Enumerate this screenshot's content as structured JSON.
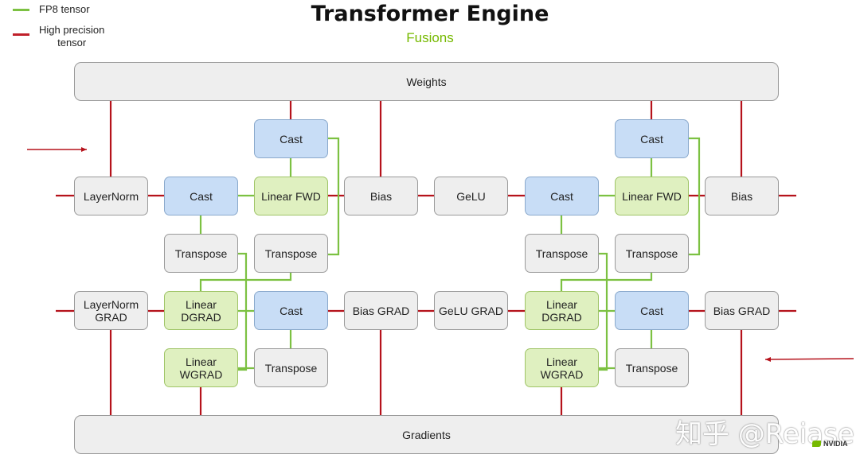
{
  "title": "Transformer Engine",
  "subtitle": "Fusions",
  "legend": [
    {
      "label": "FP8 tensor",
      "color": "#7cc142"
    },
    {
      "label": "High precision\ntensor",
      "color": "#c0202a"
    }
  ],
  "colors": {
    "fp8_wire": "#7cc142",
    "high_precision_wire": "#b5121b",
    "cast_fill": "#c8ddf6",
    "gemm_fill": "#dff0c0",
    "op_fill": "#eeeeee"
  },
  "bars": {
    "weights": "Weights",
    "gradients": "Gradients"
  },
  "nodes": {
    "layernorm": "LayerNorm",
    "cast_in_1": "Cast",
    "linear_fwd_1": "Linear FWD",
    "cast_w_1": "Cast",
    "bias_1": "Bias",
    "gelu": "GeLU",
    "cast_in_2": "Cast",
    "linear_fwd_2": "Linear FWD",
    "cast_w_2": "Cast",
    "bias_2": "Bias",
    "transpose_a1": "Transpose",
    "transpose_b1": "Transpose",
    "transpose_a2": "Transpose",
    "transpose_b2": "Transpose",
    "layernorm_grad": "LayerNorm\nGRAD",
    "linear_dgrad_1": "Linear\nDGRAD",
    "cast_g_1": "Cast",
    "bias_grad_1": "Bias GRAD",
    "gelu_grad": "GeLU GRAD",
    "linear_dgrad_2": "Linear\nDGRAD",
    "cast_g_2": "Cast",
    "bias_grad_2": "Bias GRAD",
    "linear_wgrad_1": "Linear\nWGRAD",
    "transpose_c1": "Transpose",
    "linear_wgrad_2": "Linear\nWGRAD",
    "transpose_c2": "Transpose"
  },
  "watermark": "知乎 @Reiase",
  "logo": "NVIDIA"
}
